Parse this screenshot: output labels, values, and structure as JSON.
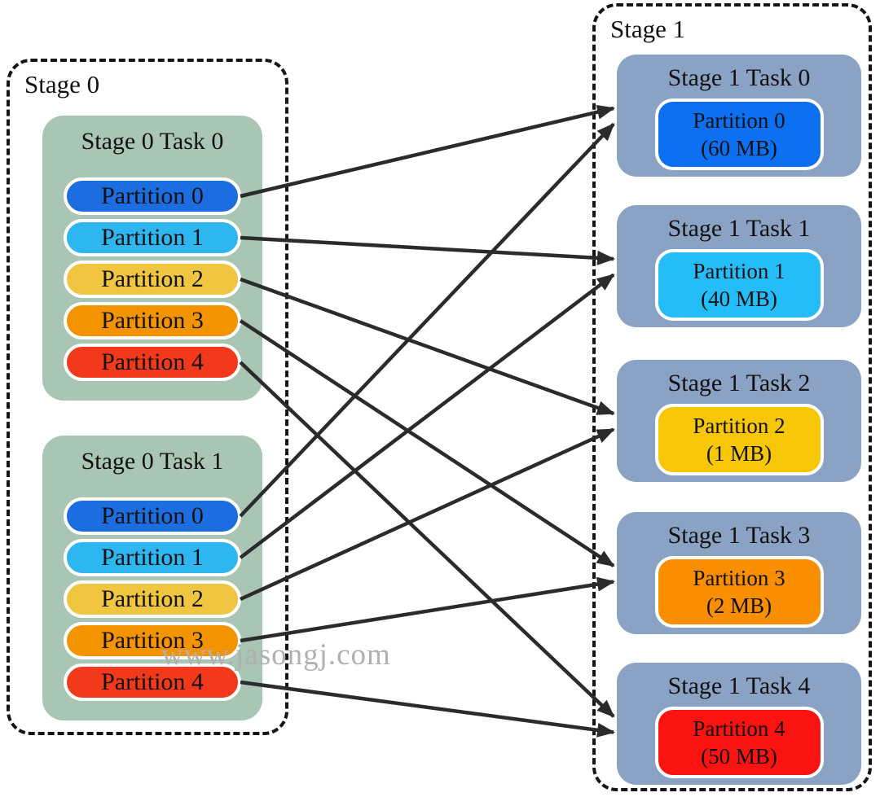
{
  "stage0": {
    "label": "Stage 0",
    "tasks": [
      {
        "title": "Stage 0 Task 0",
        "partitions": [
          {
            "label": "Partition 0",
            "color": "#1c6de0"
          },
          {
            "label": "Partition 1",
            "color": "#2eb6f0"
          },
          {
            "label": "Partition 2",
            "color": "#f0c53f"
          },
          {
            "label": "Partition 3",
            "color": "#f49300"
          },
          {
            "label": "Partition 4",
            "color": "#f2391b"
          }
        ]
      },
      {
        "title": "Stage 0 Task 1",
        "partitions": [
          {
            "label": "Partition 0",
            "color": "#1c6de0"
          },
          {
            "label": "Partition 1",
            "color": "#2eb6f0"
          },
          {
            "label": "Partition 2",
            "color": "#f0c53f"
          },
          {
            "label": "Partition 3",
            "color": "#f49300"
          },
          {
            "label": "Partition 4",
            "color": "#f2391b"
          }
        ]
      }
    ]
  },
  "stage1": {
    "label": "Stage 1",
    "tasks": [
      {
        "title": "Stage 1 Task 0",
        "partition": {
          "name": "Partition 0",
          "size": "(60 MB)",
          "color": "#0d70f2"
        }
      },
      {
        "title": "Stage 1 Task 1",
        "partition": {
          "name": "Partition 1",
          "size": "(40 MB)",
          "color": "#25bdf8"
        }
      },
      {
        "title": "Stage 1 Task 2",
        "partition": {
          "name": "Partition 2",
          "size": "(1 MB)",
          "color": "#f7c707"
        }
      },
      {
        "title": "Stage 1 Task 3",
        "partition": {
          "name": "Partition 3",
          "size": "(2 MB)",
          "color": "#f88e00"
        }
      },
      {
        "title": "Stage 1 Task 4",
        "partition": {
          "name": "Partition 4",
          "size": "(50 MB)",
          "color": "#fa1310"
        }
      }
    ]
  },
  "watermark": "www.jasongj.com",
  "edges": [
    {
      "from": "stage0-task0-partition0",
      "to": "stage1-task0"
    },
    {
      "from": "stage0-task0-partition1",
      "to": "stage1-task1"
    },
    {
      "from": "stage0-task0-partition2",
      "to": "stage1-task2"
    },
    {
      "from": "stage0-task0-partition3",
      "to": "stage1-task3"
    },
    {
      "from": "stage0-task0-partition4",
      "to": "stage1-task4"
    },
    {
      "from": "stage0-task1-partition0",
      "to": "stage1-task0"
    },
    {
      "from": "stage0-task1-partition1",
      "to": "stage1-task1"
    },
    {
      "from": "stage0-task1-partition2",
      "to": "stage1-task2"
    },
    {
      "from": "stage0-task1-partition3",
      "to": "stage1-task3"
    },
    {
      "from": "stage0-task1-partition4",
      "to": "stage1-task4"
    }
  ],
  "colors": {
    "stage0_task_bg": "#a9c5b3",
    "stage1_task_bg": "#8aa2c4",
    "arrow": "#2b2b2b",
    "watermark": "#b0b0b0"
  }
}
